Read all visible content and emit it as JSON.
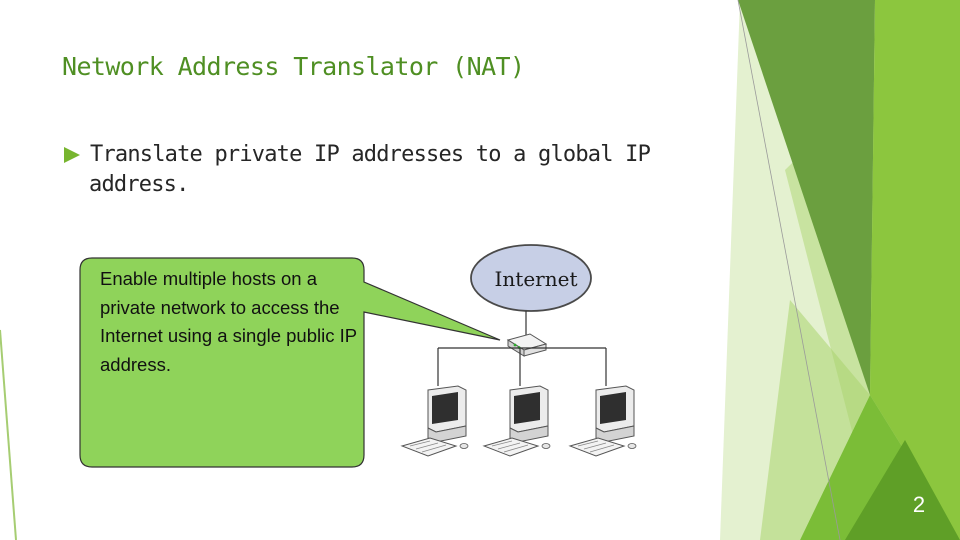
{
  "slide": {
    "title": "Network Address Translator (NAT)",
    "bullet": {
      "line1": "Translate private IP addresses to a global IP",
      "line2": "address.",
      "icon": "arrow-right-icon"
    },
    "callout": {
      "text": "Enable multiple hosts on a private network to access the Internet using a single public IP address."
    },
    "diagram": {
      "cloud_label": "Internet",
      "hosts": [
        "computer-1",
        "computer-2",
        "computer-3"
      ],
      "device": "router"
    },
    "slide_number": "2"
  },
  "colors": {
    "accent": "#77b52f",
    "title": "#4f8f23",
    "callout_fill": "#8fd35a",
    "cloud_fill": "#c7cfe6",
    "theme_green_light": "#c6e39b",
    "theme_green_mid": "#7fb93f",
    "theme_green_dark": "#5c9a2f"
  }
}
